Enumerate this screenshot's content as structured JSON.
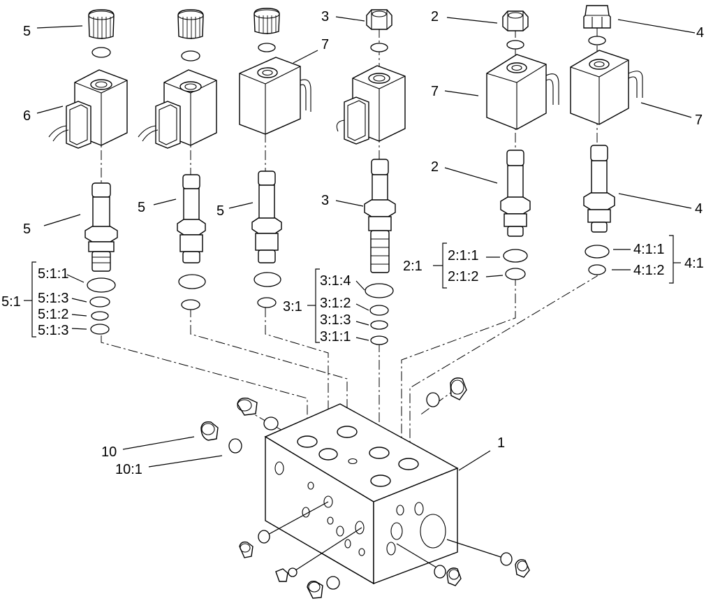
{
  "callouts": {
    "c5a": "5",
    "c6": "6",
    "c5b": "5",
    "c5c": "5",
    "c5d": "5",
    "c7a": "7",
    "c3a": "3",
    "c3b": "3",
    "c2a": "2",
    "c7b": "7",
    "c2b": "2",
    "c4a": "4",
    "c7c": "7",
    "c4b": "4",
    "c1": "1",
    "c10": "10",
    "c10_1": "10:1"
  },
  "groups": {
    "g5_1": {
      "label": "5:1",
      "items": [
        "5:1:1",
        "5:1:3",
        "5:1:2",
        "5:1:3"
      ]
    },
    "g3_1": {
      "label": "3:1",
      "items": [
        "3:1:4",
        "3:1:2",
        "3:1:3",
        "3:1:1"
      ]
    },
    "g2_1": {
      "label": "2:1",
      "items": [
        "2:1:1",
        "2:1:2"
      ]
    },
    "g4_1": {
      "label": "4:1",
      "items": [
        "4:1:1",
        "4:1:2"
      ]
    }
  }
}
